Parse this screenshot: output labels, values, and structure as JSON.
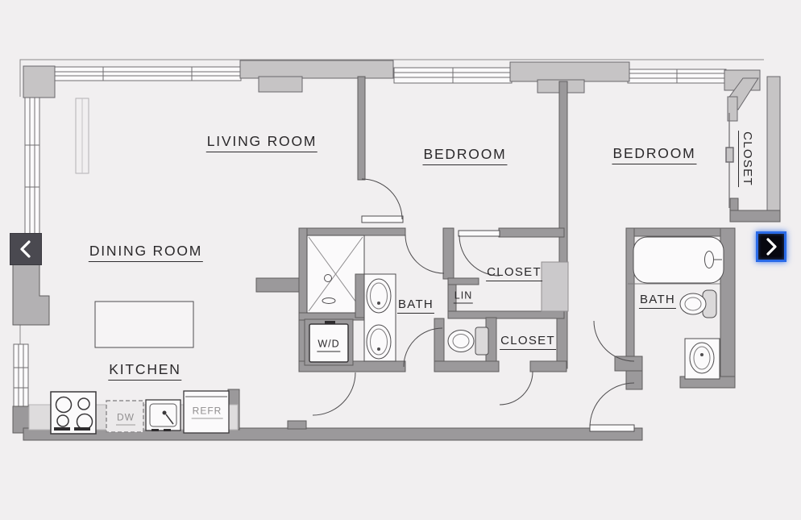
{
  "floorplan": {
    "labels": [
      {
        "id": "living-room",
        "text": "LIVING ROOM"
      },
      {
        "id": "bedroom-1",
        "text": "BEDROOM"
      },
      {
        "id": "bedroom-2",
        "text": "BEDROOM"
      },
      {
        "id": "closet-right",
        "text": "CLOSET"
      },
      {
        "id": "dining-room",
        "text": "DINING ROOM"
      },
      {
        "id": "closet-upper",
        "text": "CLOSET"
      },
      {
        "id": "linen-closet",
        "text": "LIN"
      },
      {
        "id": "bath-1",
        "text": "BATH"
      },
      {
        "id": "bath-2",
        "text": "BATH"
      },
      {
        "id": "closet-lower",
        "text": "CLOSET"
      },
      {
        "id": "washer-dryer",
        "text": "W/D"
      },
      {
        "id": "kitchen",
        "text": "KITCHEN"
      },
      {
        "id": "dishwasher",
        "text": "DW"
      },
      {
        "id": "refrigerator",
        "text": "REFR"
      }
    ]
  },
  "navigation": {
    "prev_icon": "chevron-left-icon",
    "next_icon": "chevron-right-icon"
  },
  "colors": {
    "background": "#f1eff0",
    "wall_medium": "#9b999b",
    "wall_light": "#c6c4c5",
    "outline": "#4f4d4f",
    "accent_blue": "#2b6be8",
    "label_dark": "#2a282a",
    "label_muted": "#908e8f"
  }
}
